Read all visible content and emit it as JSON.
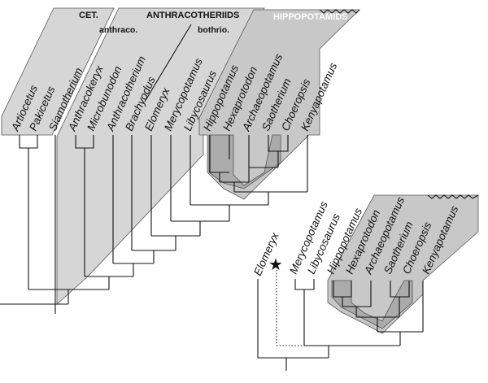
{
  "groups": {
    "cet": "CET.",
    "anthracotheriids": "ANTHRACOTHERIIDS",
    "anthraco": "anthraco.",
    "bothrio": "bothrio.",
    "hippopotamids": "HIPPOPOTAMIDS"
  },
  "tree_a": {
    "taxa": [
      "Artiocetus",
      "Pakicetus",
      "Siamotherium",
      "Anthracokeryx",
      "Microbunodon",
      "Anthracotherium",
      "Brachyodus",
      "Elomeryx",
      "Merycopotamus",
      "Libycosaurus",
      "Hippopotamus",
      "Hexaprotodon",
      "Archaeopotamus",
      "Saotherium",
      "Choeropsis",
      "Kenyapotamus"
    ]
  },
  "tree_b": {
    "taxa": [
      "Elomeryx",
      "Merycopotamus",
      "Libycosaurus",
      "Hippopotamus",
      "Hexaprotodon",
      "Archaeopotamus",
      "Saotherium",
      "Choeropsis",
      "Kenyapotamus"
    ],
    "marker": "★"
  },
  "colors": {
    "light_fill": "#d6d6d6",
    "mid_fill": "#c8c8c8",
    "dark_fill": "#ababab",
    "line": "#111111"
  }
}
